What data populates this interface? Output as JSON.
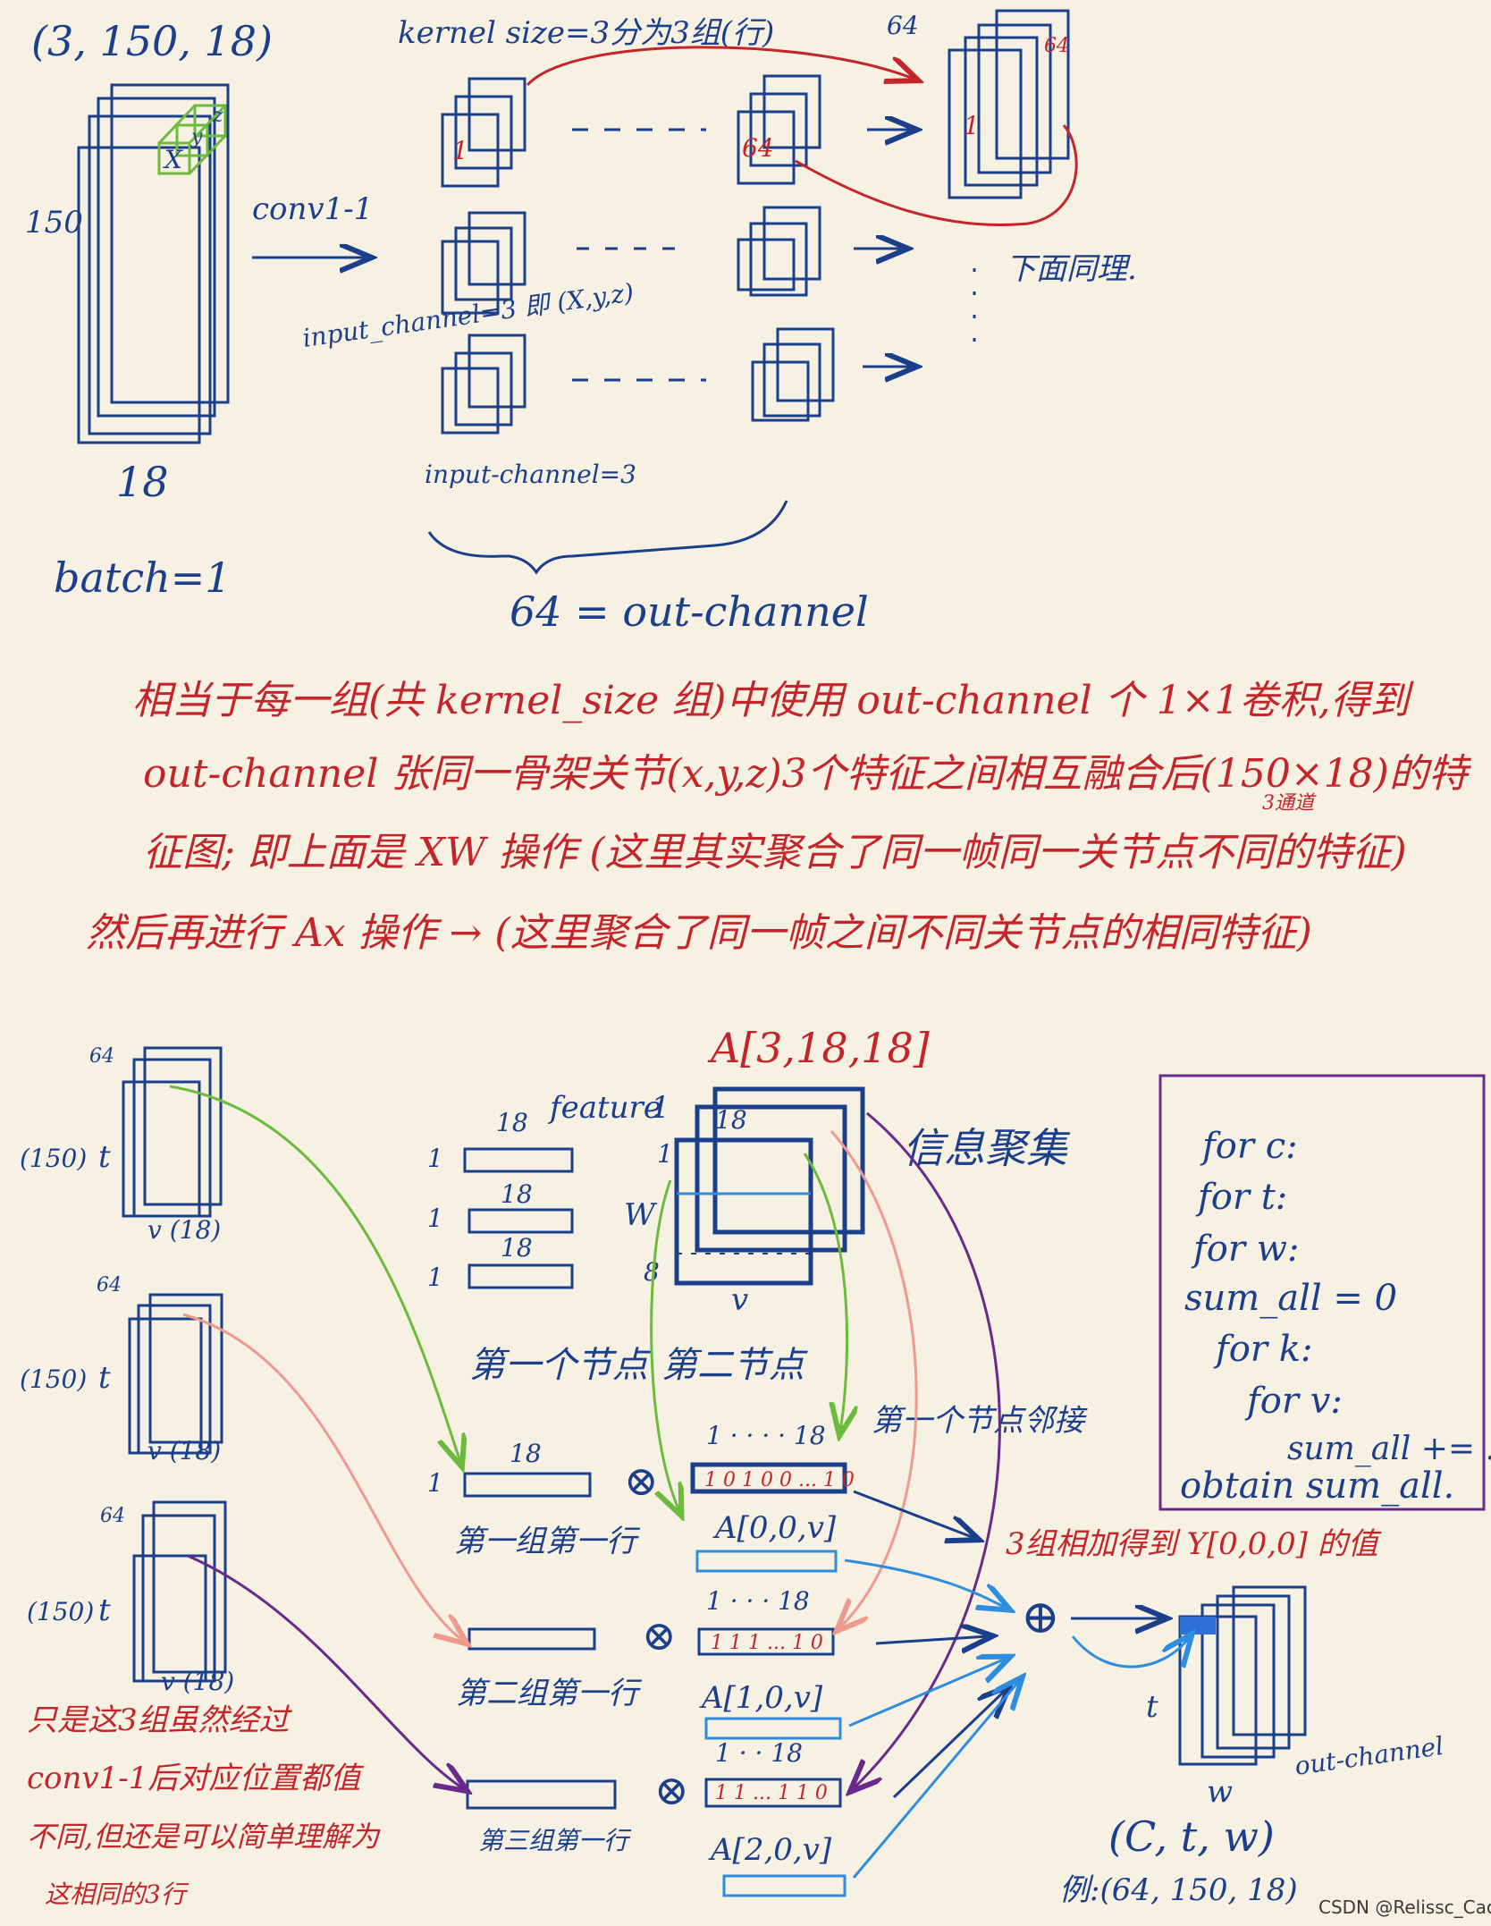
{
  "labels": {
    "input_shape": "(3, 150, 18)",
    "height_150": "150",
    "width_18": "18",
    "cube_x": "X",
    "cube_y": "y",
    "cube_z": "z",
    "conv": "conv1-1",
    "kernel_size": "kernel size=3分为3组(行)",
    "map_1": "1",
    "map_64": "64",
    "out_64": "64",
    "out_64_red": "64",
    "out_1": "1",
    "below_same": "下面同理.",
    "input_channel_xyz": "input_channel=3 即 (X,y,z)",
    "input_channel": "input-channel=3",
    "out_channel": "64 = out-channel",
    "batch": "batch=1"
  },
  "notes": [
    "相当于每一组(共 kernel_size 组)中使用 out-channel 个 1×1卷积,得到",
    "out-channel 张同一骨架关节(x,y,z)3个特征之间相互融合后(150×18)的特",
    "征图; 即上面是 XW 操作 (这里其实聚合了同一帧同一关节点不同的特征)",
    "然后再进行 Ax 操作 → (这里聚合了同一帧之间不同关节点的相同特征)"
  ],
  "note_extra": "3通道",
  "bottom": {
    "A_label": "A[3,18,18]",
    "feature": "feature",
    "label_18": "18",
    "label_1": "1",
    "label_8": "8",
    "label_w": "W",
    "label_v": "v",
    "label_v18": "v (18)",
    "label_t": "t",
    "label_150": "(150)",
    "label_64": "64",
    "info_gather": "信息聚集",
    "first_node": "第一个节点",
    "second_node": "第二节点",
    "first_node_adj": "第一个节点邻接",
    "row_labels": [
      "第一组第一行",
      "第二组第一行",
      "第三组第一行"
    ],
    "A_rows": [
      "A[0,0,v]",
      "A[1,0,v]",
      "A[2,0,v]"
    ],
    "row_nums": [
      "1 · · · · 18",
      "1 · · · 18",
      "1 · · 18"
    ],
    "adj_cells": "1 0 1 0 0 ... 1 0",
    "adj_cells2": "1 1 1 ... 1 0",
    "adj_cells3": "1 1 ... 1 1 0",
    "sum_label": "3组相加得到 Y[0,0,0] 的值",
    "plus": "⊕",
    "otimes": "⊗",
    "out_t": "t",
    "out_w": "w",
    "out_channel_label": "out-channel",
    "ctw": "(C, t, w)",
    "example": "例:(64, 150, 18)",
    "left_note": [
      "只是这3组虽然经过",
      "conv1-1后对应位置都值",
      "不同,但还是可以简单理解为",
      "这相同的3行"
    ]
  },
  "code": [
    "for c:",
    "for t:",
    "for w:",
    "sum_all = 0",
    "for k:",
    "for v:",
    "sum_all += ...",
    "obtain  sum_all."
  ],
  "watermark": "CSDN @Relissc_Cao",
  "colors": {
    "paper": "#f6f1e2",
    "ink_blue": "#1c3f8c",
    "ink_red": "#c4252a",
    "green": "#6dbb3c",
    "pink": "#ee9a8e",
    "purple": "#6a2a8c",
    "light_blue": "#2f8de0"
  }
}
